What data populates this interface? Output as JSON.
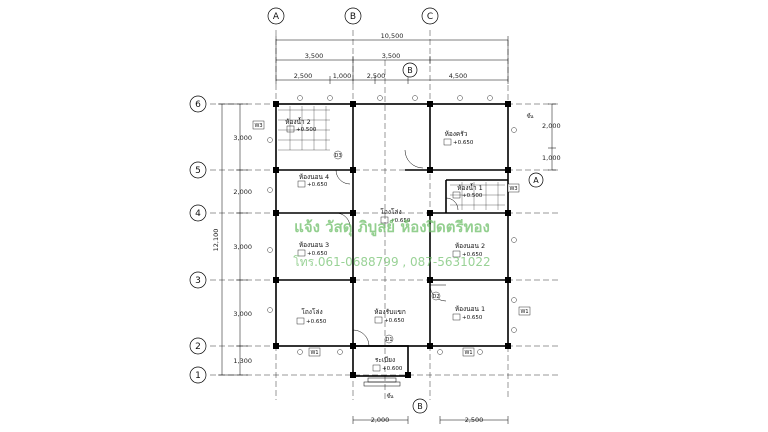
{
  "grid_top": [
    "A",
    "B",
    "C"
  ],
  "grid_left": [
    "6",
    "5",
    "4",
    "3",
    "2",
    "1"
  ],
  "section_marks": [
    "B",
    "A",
    "B"
  ],
  "dims_top": {
    "overall": "10,500",
    "row1": [
      "3,500",
      "3,500"
    ],
    "row2": [
      "2,500",
      "1,000",
      "2,500",
      "4,500"
    ]
  },
  "dims_left": {
    "overall": "12,100",
    "segments": [
      "3,000",
      "2,000",
      "3,000",
      "3,000",
      "1,300"
    ]
  },
  "dims_right": [
    "2,000",
    "1,000"
  ],
  "dims_bottom": [
    "2,000",
    "2,500"
  ],
  "rooms": {
    "bath2": "ห้องน้ำ 2",
    "kitchen": "ห้องครัว",
    "bed4": "ห้องนอน 4",
    "bath1": "ห้องน้ำ 1",
    "hall_top": "โถงโล่ง",
    "bed3": "ห้องนอน 3",
    "bed2": "ห้องนอน 2",
    "hall_bottom": "โถงโล่ง",
    "living": "ห้องรับแขก",
    "bed1": "ห้องนอน 1",
    "porch": "ระเบียง"
  },
  "levels": {
    "bath2": "+0.500",
    "kitchen": "+0.650",
    "bed4": "+0.650",
    "bath1": "+0.500",
    "hall_top": "+0.650",
    "bed3": "+0.650",
    "bed2": "+0.650",
    "hall_bottom": "+0.650",
    "living": "+0.650",
    "bed1": "+0.650",
    "porch": "+0.600"
  },
  "tags": {
    "window": "W1",
    "window3": "W3",
    "door1": "D1",
    "door2": "D2",
    "door3": "D3",
    "up1": "ขึ้น",
    "up2": "ขึ้น"
  },
  "watermark": {
    "line1": "แจ้ง วัสดุ ภิบูลย์ ห้องปิดตรีทอง",
    "line2": "โทร.061-0688799 , 087-5631022"
  }
}
